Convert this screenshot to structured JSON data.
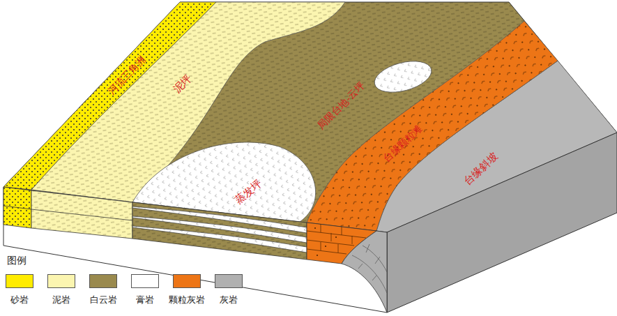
{
  "diagram": {
    "labels": [
      "河流三角洲",
      "泥坪",
      "局限台地-云坪",
      "蒸发坪",
      "台缘颗粒滩",
      "台缘斜坡",
      "图例"
    ],
    "legend": [
      {
        "text": "砂岩",
        "color": "#ffec00"
      },
      {
        "text": "泥岩",
        "color": "#fbf5b0"
      },
      {
        "text": "白云岩",
        "color": "#9a8a4e"
      },
      {
        "text": "膏岩",
        "color": "#ffffff"
      },
      {
        "text": "颗粒灰岩",
        "color": "#ed7516"
      },
      {
        "text": "灰岩",
        "color": "#b0b0b0"
      }
    ]
  }
}
